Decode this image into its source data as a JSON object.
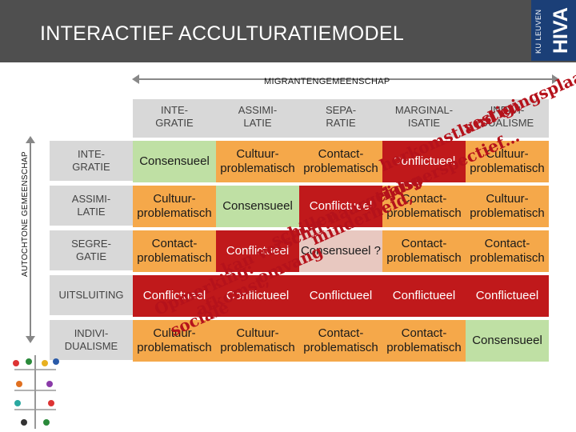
{
  "header": {
    "title": "INTERACTIEF ACCULTURATIEMODEL",
    "logo_text": "HIVA",
    "logo_sub": "KU LEUVEN"
  },
  "axes": {
    "top_label": "MIGRANTENGEMEENSCHAP",
    "left_label": "AUTOCHTONE GEMEENSCHAP"
  },
  "columns": [
    "INTE-\nGRATIE",
    "ASSIMI-\nLATIE",
    "SEPA-\nRATIE",
    "MARGINAL-\nISATIE",
    "INDIVI-\nDUALISME"
  ],
  "rows": [
    {
      "label": "INTE-\nGRATIE",
      "cells": [
        "Consensueel",
        "Cultuur-\nproblematisch",
        "Contact-\nproblematisch",
        "Conflictueel",
        "Cultuur-\nproblematisch"
      ]
    },
    {
      "label": "ASSIMI-\nLATIE",
      "cells": [
        "Cultuur-\nproblematisch",
        "Consensueel",
        "Conflictueel",
        "Contact-\nproblematisch",
        "Cultuur-\nproblematisch"
      ]
    },
    {
      "label": "SEGRE-\nGATIE",
      "cells": [
        "Contact-\nproblematisch",
        "Conflictueel",
        "Consensueel ?",
        "Contact-\nproblematisch",
        "Contact-\nproblematisch"
      ]
    },
    {
      "label": "UITSLUITING",
      "cells": [
        "Conflictueel",
        "Conflictueel",
        "Conflictueel",
        "Conflictueel",
        "Conflictueel"
      ]
    },
    {
      "label": "INDIVI-\nDUALISME",
      "cells": [
        "Cultuur-\nproblematisch",
        "Cultuur-\nproblematisch",
        "Contact-\nproblematisch",
        "Contact-\nproblematisch",
        "Consensueel"
      ]
    }
  ],
  "colors": {
    "header_bg": "#4f4f4f",
    "amber": "#f5a84a",
    "green": "#bfe0a4",
    "red": "#c0191b",
    "handwriting": "#b5121b"
  },
  "annotation": {
    "lines": [
      "vestigingsplaats,",
      "herkomstland en",
      "tijdsperspectief…",
      "naargelang",
      "minderheid,",
      "schillen",
      "kan verschil",
      "omvang",
      "Opmerking:",
      "afkomst,",
      "sociale"
    ]
  }
}
